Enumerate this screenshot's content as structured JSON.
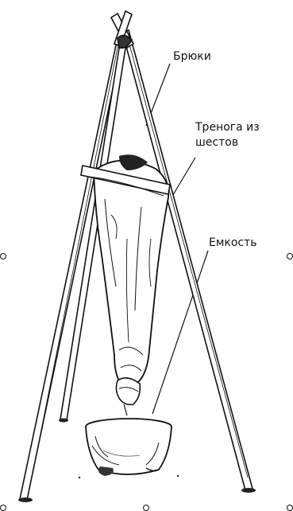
{
  "labels": {
    "trousers": "Брюки",
    "tripod_line1": "Тренога из",
    "tripod_line2": "шестов",
    "container": "Емкость"
  }
}
